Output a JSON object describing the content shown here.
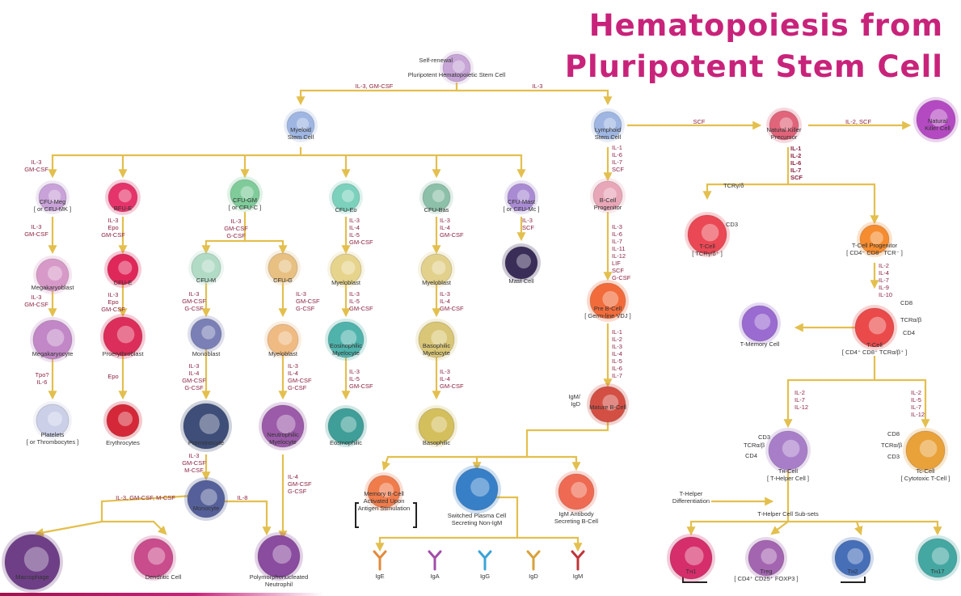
{
  "title": {
    "line1": "Hematopoiesis from",
    "line2": "Pluripotent Stem Cell"
  },
  "colors": {
    "title": "#c8237a",
    "arrow": "#e3bf4e",
    "factor_text": "#8a2240",
    "label_text": "#333333"
  },
  "cells": {
    "hsc": {
      "line1": "Self-renewal",
      "line2": "Pluripotent Hematopoietic Stem Cell"
    },
    "myeloid": {
      "line1": "Myeloid",
      "line2": "Stem Cell"
    },
    "lymphoid": {
      "line1": "Lymphoid",
      "line2": "Stem Cell"
    },
    "nk_precursor": {
      "line1": "Natural Killer",
      "line2": "Precursor"
    },
    "nk_cell": {
      "line1": "Natural",
      "line2": "Killer Cell"
    },
    "cfu_meg": {
      "line1": "CFU-Meg",
      "line2": "[ or CFU-MK ]"
    },
    "bfu_e": {
      "line1": "BFU-E"
    },
    "cfu_gm": {
      "line1": "CFU-GM",
      "line2": "[ or CFU-C ]"
    },
    "cfu_eo": {
      "line1": "CFU-Eo"
    },
    "cfu_bas": {
      "line1": "CFU-Bas"
    },
    "cfu_mast": {
      "line1": "CFU-Mast",
      "line2": "[ or CFU-Mc ]"
    },
    "b_progenitor": {
      "line1": "B-Cell",
      "line2": "Progenitor"
    },
    "tcell_gd": {
      "line1": "T-Cell",
      "line2": "[ TCRγ/δ⁺ ]"
    },
    "megakaryoblast": {
      "line1": "Megakaryoblast"
    },
    "cfu_e": {
      "line1": "CFU-E"
    },
    "cfu_m": {
      "line1": "CFU-M"
    },
    "cfu_g": {
      "line1": "CFU-G"
    },
    "myeloblast_eo": {
      "line1": "Myeloblast"
    },
    "myeloblast_bas": {
      "line1": "Myeloblast"
    },
    "mast_cell": {
      "line1": "Mast Cell"
    },
    "t_progenitor": {
      "line1": "T-Cell Progenitor",
      "line2": "[ CD4⁻ CD8⁻ TCR⁻ ]"
    },
    "pre_b": {
      "line1": "Pre B-Cell",
      "line2": "[ Germ-line VDJ ]"
    },
    "megakaryocyte": {
      "line1": "Megakaryocyte"
    },
    "proerythroblast": {
      "line1": "Proerythroblast"
    },
    "monoblast": {
      "line1": "Monoblast"
    },
    "myeloblast_g": {
      "line1": "Myeloblast"
    },
    "eos_myelocyte": {
      "line1": "Eosinophilic",
      "line2": "Myelocyte"
    },
    "bas_myelocyte": {
      "line1": "Basophilic",
      "line2": "Myelocyte"
    },
    "tcell_memory": {
      "line1": "T-Memory Cell"
    },
    "tcell_ab": {
      "line1": "T-Cell",
      "line2": "[ CD4⁺ CD8⁺ TCRα/β⁺ ]"
    },
    "platelets": {
      "line1": "Platelets",
      "line2": "[ or Thrombocytes ]"
    },
    "erythrocytes": {
      "line1": "Erythrocytes"
    },
    "promonocyte": {
      "line1": "Promonocyte"
    },
    "neut_myelocyte": {
      "line1": "Neutrophilic",
      "line2": "Myelocyte"
    },
    "eosinophilic": {
      "line1": "Eosinophilic"
    },
    "basophilic": {
      "line1": "Basophilic"
    },
    "mature_b": {
      "line1": "Mature B-Cell"
    },
    "th_cell": {
      "line1": "Tʜ-Cell",
      "line2": "[ T-Helper Cell ]"
    },
    "tc_cell": {
      "line1": "Tc-Cell",
      "line2": "[ Cytotoxic T-Cell ]"
    },
    "monocyte": {
      "line1": "Monocyte"
    },
    "memory_b": {
      "line1": "Memory B-Cell",
      "line2": "Activated Upon",
      "line3": "Antigen Stimulation"
    },
    "plasma_switched": {
      "line1": "Switched Plasma Cell",
      "line2": "Secreting Non-IgM"
    },
    "plasma_igm": {
      "line1": "IgM Antibody",
      "line2": "Secreting B-Cell"
    },
    "macrophage": {
      "line1": "Macrophage"
    },
    "dendritic": {
      "line1": "Dendritic Cell"
    },
    "pmn": {
      "line1": "Polymorphonucleated",
      "line2": "Neutrophil"
    },
    "th1": {
      "line1": "Tʜ1"
    },
    "treg": {
      "line1": "Treg",
      "line2": "[ CD4⁺ CD25⁺ FOXP3 ]"
    },
    "th2": {
      "line1": "Tʜ2"
    },
    "th17": {
      "line1": "Tʜ17"
    }
  },
  "antibodies": [
    "IgE",
    "IgA",
    "IgG",
    "IgD",
    "IgM"
  ],
  "factors": {
    "hsc_to_myeloid": "IL-3, GM-CSF",
    "hsc_to_lymphoid": "IL-3",
    "lymphoid_to_nkp": "SCF",
    "nkp_to_nk": "IL-2, SCF",
    "myeloid_to_cfumeg": [
      "IL-3",
      "GM-CSF"
    ],
    "cfumeg_to_megakaryoblast": [
      "IL-3",
      "GM-CSF"
    ],
    "megakaryoblast_to_megakaryocyte": [
      "IL-3",
      "GM-CSF"
    ],
    "megakaryocyte_to_platelets": [
      "Tpo?",
      "IL-6"
    ],
    "bfue_to_cfue": [
      "IL-3",
      "Epo",
      "GM-CSF"
    ],
    "cfue_to_proerythroblast": [
      "IL-3",
      "Epo",
      "GM-CSF"
    ],
    "proerythroblast_to_erythrocytes": [
      "Epo"
    ],
    "cfugm_split": [
      "IL-3",
      "GM-CSF",
      "G-CSF"
    ],
    "cfum_to_monoblast": [
      "IL-3",
      "GM-CSF",
      "G-CSF"
    ],
    "monoblast_to_promonocyte": [
      "IL-3",
      "IL-4",
      "GM-CSF",
      "G-CSF"
    ],
    "promonocyte_to_monocyte": [
      "IL-3",
      "GM-CSF",
      "M-CSF"
    ],
    "monocyte_split": "IL-3, GM-CSF, M-CSF",
    "monocyte_to_pmn": "IL-8",
    "cfug_to_myeloblast": [
      "IL-3",
      "GM-CSF",
      "G-CSF"
    ],
    "myeloblast_to_neutmyelocyte": [
      "IL-3",
      "IL-4",
      "GM-CSF",
      "G-CSF"
    ],
    "neutmyelocyte_to_pmn": [
      "IL-4",
      "GM-CSF",
      "G-CSF"
    ],
    "cfueo_to_myeloblast": [
      "IL-3",
      "IL-4",
      "IL-5",
      "GM-CSF"
    ],
    "myeloblast_to_eosmyelocyte": [
      "IL-3",
      "IL-5",
      "GM-CSF"
    ],
    "eosmyelocyte_to_eosinophil": [
      "IL-3",
      "IL-5",
      "GM-CSF"
    ],
    "cfubas_to_myeloblast": [
      "IL-3",
      "IL-4",
      "GM-CSF"
    ],
    "myeloblast_to_basmyelocyte": [
      "IL-3",
      "IL-4",
      "GM-CSF"
    ],
    "basmyelocyte_to_basophil": [
      "IL-3",
      "IL-4",
      "GM-CSF"
    ],
    "cfumast_to_mast": [
      "IL-3",
      "SCF"
    ],
    "lymphoid_to_bprog": [
      "IL-1",
      "IL-6",
      "IL-7",
      "SCF"
    ],
    "bprog_to_preb": [
      "IL-3",
      "IL-6",
      "IL-7",
      "IL-11",
      "IL-12",
      "LIF",
      "SCF",
      "G-CSF"
    ],
    "preb_to_matureb": [
      "IL-1",
      "IL-2",
      "IL-3",
      "IL-4",
      "IL-5",
      "IL-6",
      "IL-7"
    ],
    "nkp_split": [
      "IL-1",
      "IL-2",
      "IL-6",
      "IL-7",
      "SCF"
    ],
    "tprog_to_tcell": [
      "IL-2",
      "IL-4",
      "IL-7",
      "IL-9",
      "IL-10"
    ],
    "tcell_to_th": [
      "IL-2",
      "IL-7",
      "IL-12"
    ],
    "tcell_to_tc": [
      "IL-2",
      "IL-5",
      "IL-7",
      "IL-12"
    ]
  },
  "markers": {
    "tcr_gd": "TCRγ/δ",
    "cd3": "CD3",
    "cd8": "CD8",
    "cd4": "CD4",
    "tcr_ab": "TCRα/β",
    "igm_igd": [
      "IgM/",
      "IgD"
    ]
  },
  "notes": {
    "th_differentiation": [
      "T-Helper",
      "Differentiation"
    ],
    "th_subsets": "T-Helper Cell Sub-sets"
  }
}
